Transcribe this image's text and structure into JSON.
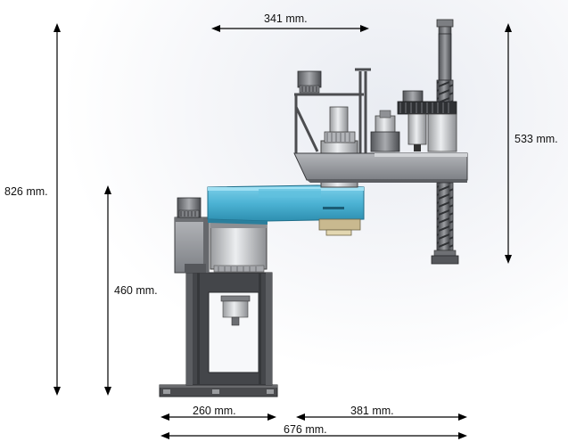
{
  "dimensions": {
    "total_height": "826 mm.",
    "column_height": "460 mm.",
    "arm_reach": "341 mm.",
    "z_stroke": "533 mm.",
    "base_width": "260 mm.",
    "base_to_axis": "381 mm.",
    "total_width": "676 mm."
  },
  "colors": {
    "arm_link": "#4cb3d4",
    "frame_dark": "#46474a",
    "steel": "#8a8d92",
    "light_steel": "#c8cacd",
    "background": "#ffffff"
  }
}
